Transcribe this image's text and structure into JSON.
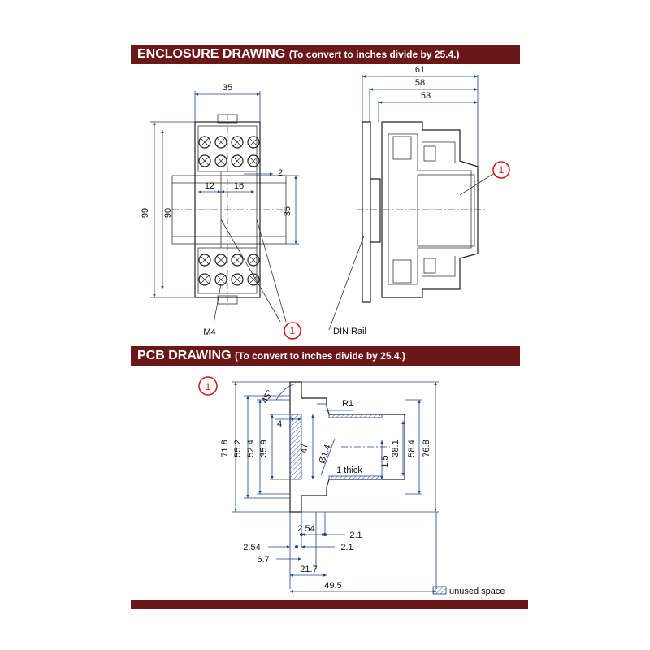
{
  "enclosure": {
    "title": "ENCLOSURE DRAWING",
    "subtitle": "(To convert to inches divide by 25.4.)",
    "front_view": {
      "dim_width": "35",
      "dim_height_outer": "99",
      "dim_height_inner": "90",
      "dim_rail_height": "35",
      "dim_pitch_a": "12",
      "dim_pitch_b": "16",
      "dim_gap": "2",
      "screw_label": "M4"
    },
    "side_view": {
      "dim_depth_1": "61",
      "dim_depth_2": "58",
      "dim_depth_3": "53",
      "rail_label": "DIN Rail"
    },
    "callout": "1"
  },
  "pcb": {
    "title": "PCB DRAWING",
    "subtitle": "(To convert to inches divide by 25.4.)",
    "callout": "1",
    "dims": {
      "h_71_8": "71.8",
      "h_55_2": "55.2",
      "h_52_4": "52.4",
      "h_35_9": "35.9",
      "h_47": "47",
      "w_4": "4",
      "angle": "45°",
      "radius": "R1",
      "hole": "Ø1.4",
      "thickness": "1 thick",
      "h_1_5": "1.5",
      "h_38_1": "38.1",
      "h_58_4": "58.4",
      "h_76_8": "76.8",
      "p_2_54_top": "2.54",
      "p_2_1_top": "2.1",
      "p_2_54_left": "2.54",
      "p_2_1_right": "2.1",
      "w_6_7": "6.7",
      "w_21_7": "21.7",
      "w_49_5": "49.5"
    },
    "legend": "unused space"
  }
}
